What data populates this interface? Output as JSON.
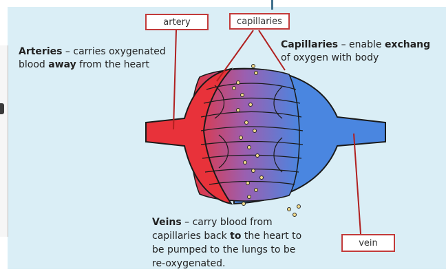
{
  "labels": {
    "artery": "artery",
    "capillaries": "capillaries",
    "vein": "vein"
  },
  "arteries": {
    "term": "Arteries",
    "dash": " – carries oxygenated",
    "line2_pre": "blood ",
    "line2_bold": "away",
    "line2_post": " from the heart"
  },
  "capillaries_text": {
    "term": "Capillaries",
    "dash": " – enable ",
    "bold_word": "exchang",
    "line2": "of oxygen with body"
  },
  "veins": {
    "term": "Veins",
    "dash": " – carry blood from",
    "line2_pre": "capillaries back ",
    "line2_bold": "to",
    "line2_post": " the heart to",
    "line3": "be pumped to the lungs to be",
    "line4": "re-oxygenated."
  },
  "colors": {
    "background": "#daeef6",
    "artery": "#e8323a",
    "vein": "#4a86e0",
    "label_border": "#c23a3a",
    "pointer": "#b02020"
  }
}
